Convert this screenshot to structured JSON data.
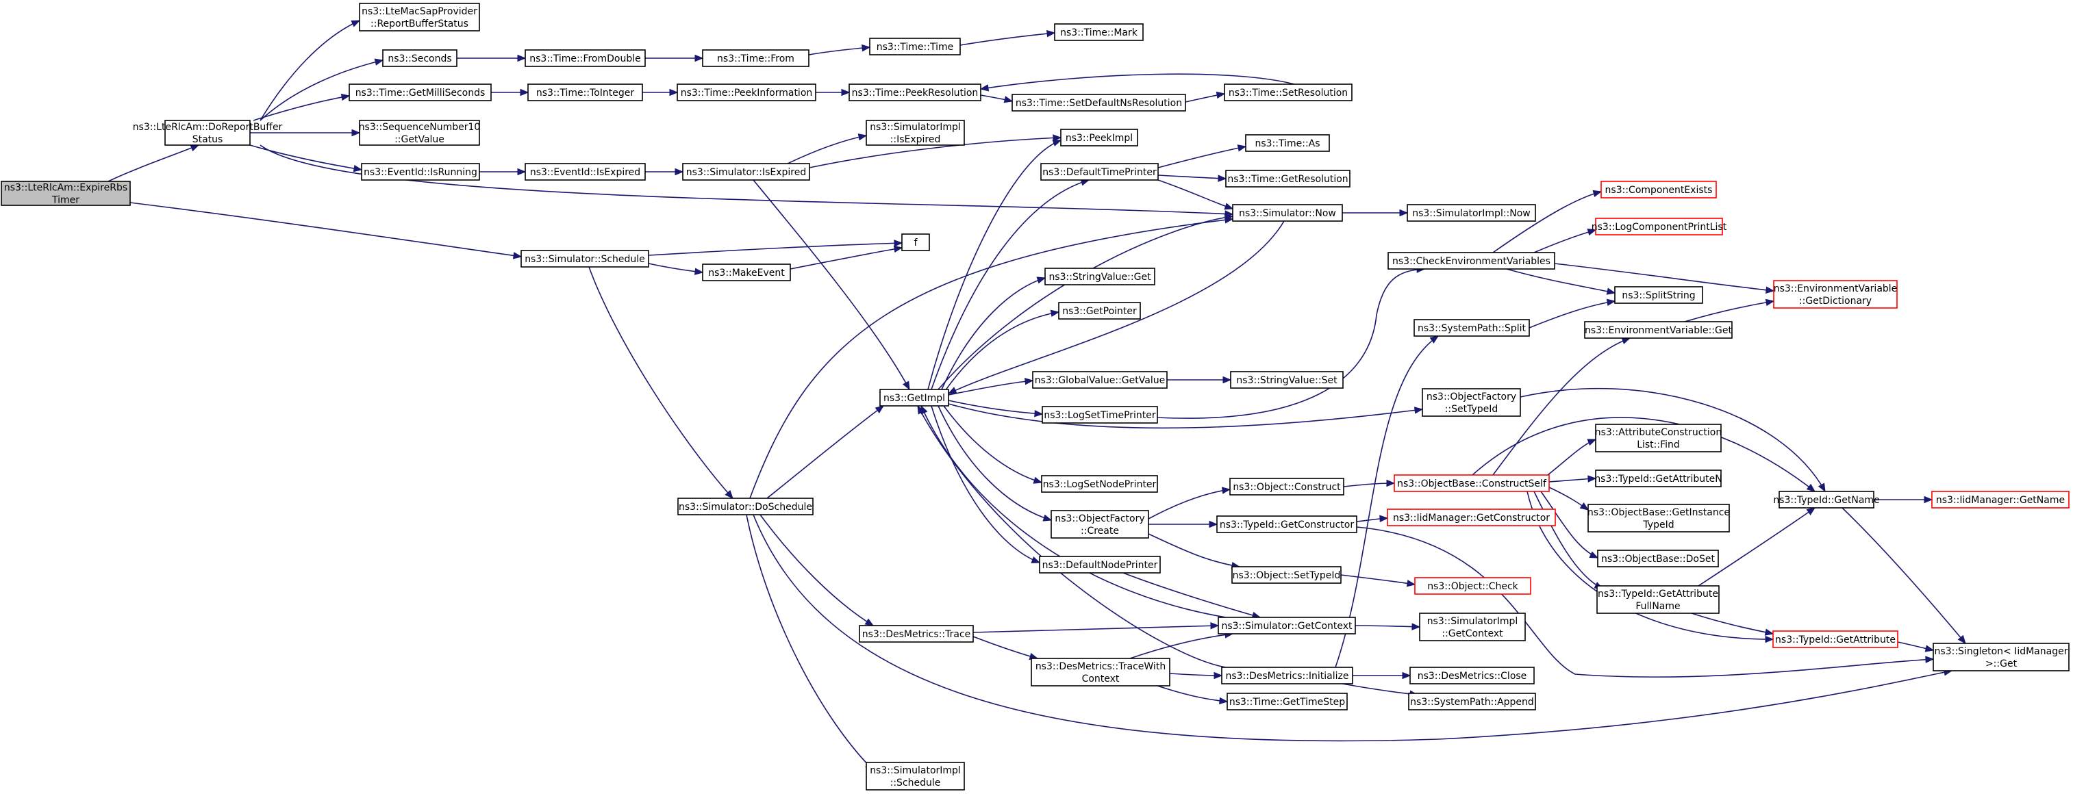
{
  "nodes": [
    {
      "id": "root",
      "label": [
        "ns3::LteRlcAm::ExpireRbs",
        "Timer"
      ],
      "style": "root"
    },
    {
      "id": "doReport",
      "label": [
        "ns3::LteRlcAm::DoReportBuffer",
        "Status"
      ]
    },
    {
      "id": "schedule",
      "label": [
        "ns3::Simulator::Schedule"
      ]
    },
    {
      "id": "lteMac",
      "label": [
        "ns3::LteMacSapProvider",
        "::ReportBufferStatus"
      ]
    },
    {
      "id": "seconds",
      "label": [
        "ns3::Seconds"
      ]
    },
    {
      "id": "getMilli",
      "label": [
        "ns3::Time::GetMilliSeconds"
      ]
    },
    {
      "id": "seqGet",
      "label": [
        "ns3::SequenceNumber10",
        "::GetValue"
      ]
    },
    {
      "id": "evRunning",
      "label": [
        "ns3::EventId::IsRunning"
      ]
    },
    {
      "id": "fromDouble",
      "label": [
        "ns3::Time::FromDouble"
      ]
    },
    {
      "id": "toInteger",
      "label": [
        "ns3::Time::ToInteger"
      ]
    },
    {
      "id": "evExpired",
      "label": [
        "ns3::EventId::IsExpired"
      ]
    },
    {
      "id": "timeFrom",
      "label": [
        "ns3::Time::From"
      ]
    },
    {
      "id": "peekInfo",
      "label": [
        "ns3::Time::PeekInformation"
      ]
    },
    {
      "id": "simExpired",
      "label": [
        "ns3::Simulator::IsExpired"
      ]
    },
    {
      "id": "timeTime",
      "label": [
        "ns3::Time::Time"
      ]
    },
    {
      "id": "peekRes",
      "label": [
        "ns3::Time::PeekResolution"
      ]
    },
    {
      "id": "implExpired",
      "label": [
        "ns3::SimulatorImpl",
        "::IsExpired"
      ]
    },
    {
      "id": "peekImpl",
      "label": [
        "ns3::PeekImpl"
      ]
    },
    {
      "id": "timeMark",
      "label": [
        "ns3::Time::Mark"
      ]
    },
    {
      "id": "setDefNs",
      "label": [
        "ns3::Time::SetDefaultNsResolution"
      ]
    },
    {
      "id": "setRes",
      "label": [
        "ns3::Time::SetResolution"
      ]
    },
    {
      "id": "defTimePrinter",
      "label": [
        "ns3::DefaultTimePrinter"
      ]
    },
    {
      "id": "timeAs",
      "label": [
        "ns3::Time::As"
      ]
    },
    {
      "id": "getResolution",
      "label": [
        "ns3::Time::GetResolution"
      ]
    },
    {
      "id": "simNow",
      "label": [
        "ns3::Simulator::Now"
      ]
    },
    {
      "id": "implNow",
      "label": [
        "ns3::SimulatorImpl::Now"
      ]
    },
    {
      "id": "f",
      "label": [
        "f"
      ]
    },
    {
      "id": "makeEvent",
      "label": [
        "ns3::MakeEvent"
      ]
    },
    {
      "id": "compExists",
      "label": [
        "ns3::ComponentExists"
      ],
      "style": "red"
    },
    {
      "id": "logPrintList",
      "label": [
        "ns3::LogComponentPrintList"
      ],
      "style": "red"
    },
    {
      "id": "checkEnv",
      "label": [
        "ns3::CheckEnvironmentVariables"
      ]
    },
    {
      "id": "stringGet",
      "label": [
        "ns3::StringValue::Get"
      ]
    },
    {
      "id": "splitString",
      "label": [
        "ns3::SplitString"
      ]
    },
    {
      "id": "envDict",
      "label": [
        "ns3::EnvironmentVariable",
        "::GetDictionary"
      ],
      "style": "red"
    },
    {
      "id": "getPointer",
      "label": [
        "ns3::GetPointer"
      ]
    },
    {
      "id": "sysSplit",
      "label": [
        "ns3::SystemPath::Split"
      ]
    },
    {
      "id": "envGet",
      "label": [
        "ns3::EnvironmentVariable::Get"
      ]
    },
    {
      "id": "gvGet",
      "label": [
        "ns3::GlobalValue::GetValue"
      ]
    },
    {
      "id": "svSet",
      "label": [
        "ns3::StringValue::Set"
      ]
    },
    {
      "id": "getImpl",
      "label": [
        "ns3::GetImpl"
      ]
    },
    {
      "id": "ofSetTypeId",
      "label": [
        "ns3::ObjectFactory",
        "::SetTypeId"
      ]
    },
    {
      "id": "logSetTime",
      "label": [
        "ns3::LogSetTimePrinter"
      ]
    },
    {
      "id": "acFind",
      "label": [
        "ns3::AttributeConstruction",
        "List::Find"
      ]
    },
    {
      "id": "obConstructSelf",
      "label": [
        "ns3::ObjectBase::ConstructSelf"
      ],
      "style": "red"
    },
    {
      "id": "tidGetAttrN",
      "label": [
        "ns3::TypeId::GetAttributeN"
      ]
    },
    {
      "id": "logSetNode",
      "label": [
        "ns3::LogSetNodePrinter"
      ]
    },
    {
      "id": "objConstruct",
      "label": [
        "ns3::Object::Construct"
      ]
    },
    {
      "id": "tidGetName",
      "label": [
        "ns3::TypeId::GetName"
      ]
    },
    {
      "id": "iidGetName",
      "label": [
        "ns3::IidManager::GetName"
      ],
      "style": "red"
    },
    {
      "id": "simDoSchedule",
      "label": [
        "ns3::Simulator::DoSchedule"
      ]
    },
    {
      "id": "obGetInstance",
      "label": [
        "ns3::ObjectBase::GetInstance",
        "TypeId"
      ]
    },
    {
      "id": "ofCreate",
      "label": [
        "ns3::ObjectFactory",
        "::Create"
      ]
    },
    {
      "id": "tidGetCtor",
      "label": [
        "ns3::TypeId::GetConstructor"
      ]
    },
    {
      "id": "iidGetCtor",
      "label": [
        "ns3::IidManager::GetConstructor"
      ],
      "style": "red"
    },
    {
      "id": "obDoSet",
      "label": [
        "ns3::ObjectBase::DoSet"
      ]
    },
    {
      "id": "defNodePrinter",
      "label": [
        "ns3::DefaultNodePrinter"
      ]
    },
    {
      "id": "objSetTypeId",
      "label": [
        "ns3::Object::SetTypeId"
      ]
    },
    {
      "id": "objCheck",
      "label": [
        "ns3::Object::Check"
      ],
      "style": "red"
    },
    {
      "id": "tidGetAttrFull",
      "label": [
        "ns3::TypeId::GetAttribute",
        "FullName"
      ]
    },
    {
      "id": "dmTrace",
      "label": [
        "ns3::DesMetrics::Trace"
      ]
    },
    {
      "id": "simGetContext",
      "label": [
        "ns3::Simulator::GetContext"
      ]
    },
    {
      "id": "implGetContext",
      "label": [
        "ns3::SimulatorImpl",
        "::GetContext"
      ]
    },
    {
      "id": "tidGetAttr",
      "label": [
        "ns3::TypeId::GetAttribute"
      ],
      "style": "red"
    },
    {
      "id": "singletonGet",
      "label": [
        "ns3::Singleton< IidManager",
        ">::Get"
      ]
    },
    {
      "id": "dmTraceCtx",
      "label": [
        "ns3::DesMetrics::TraceWith",
        "Context"
      ]
    },
    {
      "id": "dmInit",
      "label": [
        "ns3::DesMetrics::Initialize"
      ]
    },
    {
      "id": "dmClose",
      "label": [
        "ns3::DesMetrics::Close"
      ]
    },
    {
      "id": "timeStep",
      "label": [
        "ns3::Time::GetTimeStep"
      ]
    },
    {
      "id": "sysAppend",
      "label": [
        "ns3::SystemPath::Append"
      ]
    },
    {
      "id": "implSchedule",
      "label": [
        "ns3::SimulatorImpl",
        "::Schedule"
      ]
    }
  ]
}
